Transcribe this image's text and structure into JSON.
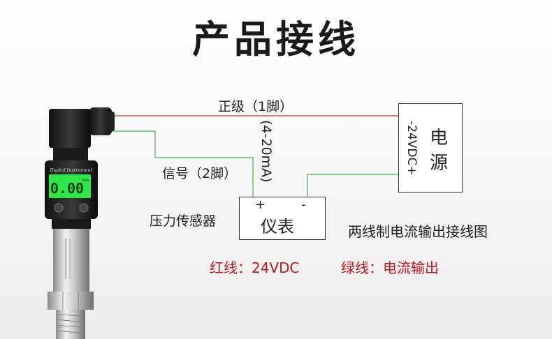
{
  "title": "产品接线",
  "sensor": {
    "label": "压力传感器",
    "brand_text": "Digital Instrument",
    "lcd_value": "0.00",
    "lcd_unit": "MPa"
  },
  "wires": {
    "positive_label": "正级（1脚）",
    "signal_label": "信号（2脚）",
    "current_label": "(4-20mA)"
  },
  "power": {
    "label_line1": "电",
    "label_line2": "源",
    "voltage_label": "-24VDC+"
  },
  "meter": {
    "label": "仪表",
    "plus": "+",
    "minus": "-"
  },
  "caption": "两线制电流输出接线图",
  "legend": {
    "red_text": "红线：24VDC",
    "green_text": "绿线：电流输出"
  },
  "colors": {
    "red_wire": "#c0392b",
    "green_wire": "#3cb54a",
    "red_text": "#c0151b",
    "lcd": "#2ee84a"
  }
}
